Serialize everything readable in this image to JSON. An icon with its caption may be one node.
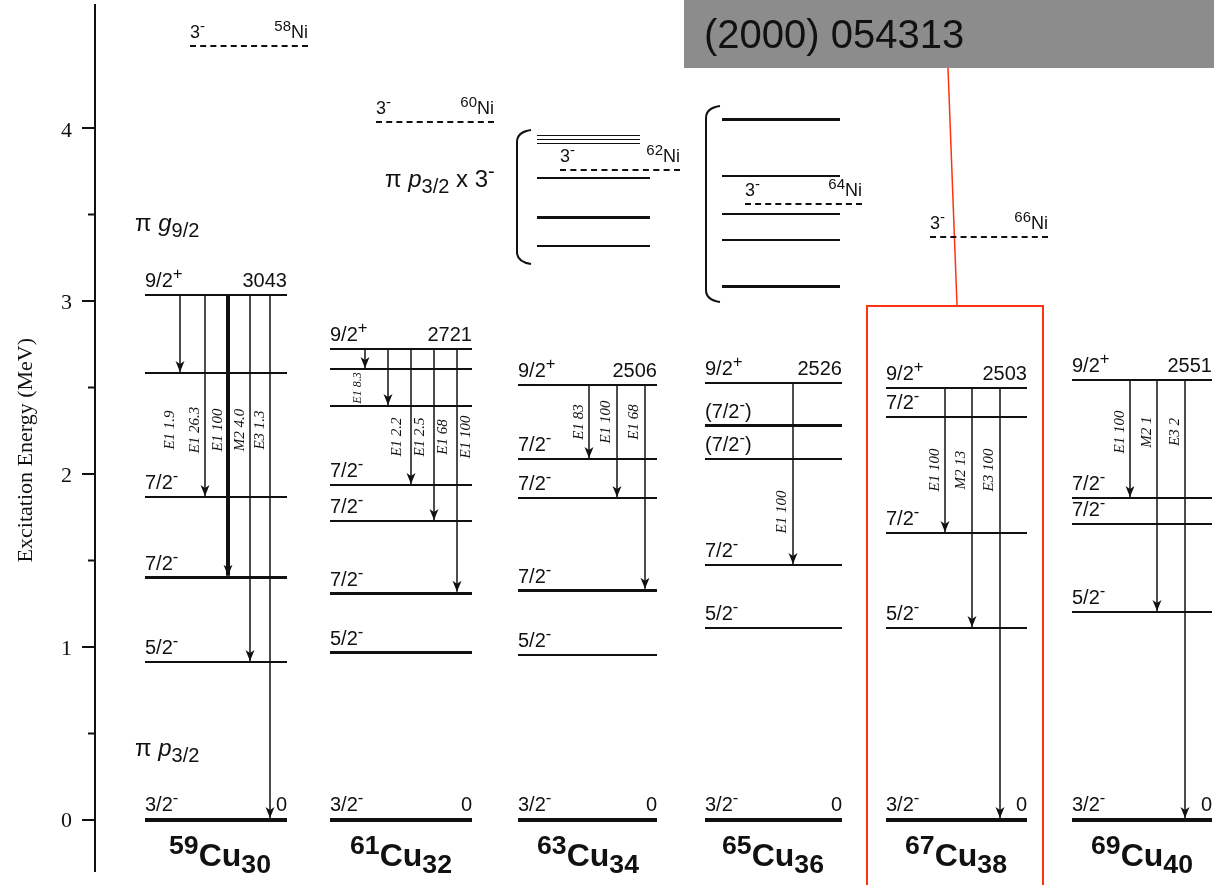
{
  "diagram": {
    "nodes": [
      {
        "text": [
          "(2000) 054313"
        ]
      },
      {
        "text": [
          "3$^{-}$",
          "$^{58}$Ni"
        ]
      },
      {
        "text": [
          "9/2$^{+}$",
          "3043"
        ]
      },
      {
        "text": [],
        "shape": "bar"
      },
      {
        "text": [
          "7/2$^{-}$"
        ]
      },
      {
        "text": [
          "7/2$^{-}$"
        ]
      },
      {
        "text": [
          "5/2$^{-}$"
        ]
      },
      {
        "text": [
          "3/2$^{-}$",
          "0"
        ]
      },
      {
        "text": [
          "3$^{-}$",
          "$^{60}$Ni"
        ]
      },
      {
        "text": [
          "9/2$^{+}$",
          "2721"
        ]
      },
      {
        "text": [],
        "shape": "bar"
      },
      {
        "text": [],
        "shape": "bar"
      },
      {
        "text": [
          "7/2$^{-}$"
        ]
      },
      {
        "text": [
          "7/2$^{-}$"
        ]
      },
      {
        "text": [
          "7/2$^{-}$"
        ]
      },
      {
        "text": [
          "5/2$^{-}$"
        ]
      },
      {
        "text": [
          "3/2$^{-}$",
          "0"
        ]
      },
      {
        "text": [],
        "shape": "bar"
      },
      {
        "text": [],
        "shape": "bar"
      },
      {
        "text": [],
        "shape": "bar"
      },
      {
        "text": [
          "3$^{-}$",
          "$^{62}$Ni"
        ]
      },
      {
        "text": [],
        "shape": "bar"
      },
      {
        "text": [],
        "shape": "bar"
      },
      {
        "text": [],
        "shape": "bar"
      },
      {
        "text": [
          "9/2$^{+}$",
          "2506"
        ]
      },
      {
        "text": [
          "7/2$^{-}$"
        ]
      },
      {
        "text": [
          "7/2$^{-}$"
        ]
      },
      {
        "text": [
          "7/2$^{-}$"
        ]
      },
      {
        "text": [
          "5/2$^{-}$"
        ]
      },
      {
        "text": [
          "3/2$^{-}$",
          "0"
        ]
      },
      {
        "text": [],
        "shape": "bar"
      },
      {
        "text": [],
        "shape": "bar"
      },
      {
        "text": [
          "3$^{-}$",
          "$^{64}$Ni"
        ]
      },
      {
        "text": [],
        "shape": "bar"
      },
      {
        "text": [],
        "shape": "bar"
      },
      {
        "text": [],
        "shape": "bar"
      },
      {
        "text": [
          "9/2$^{+}$",
          "2526"
        ]
      },
      {
        "text": [
          "(7/2$^{-}$)"
        ]
      },
      {
        "text": [
          "(7/2$^{-}$)"
        ]
      },
      {
        "text": [
          "7/2$^{-}$"
        ]
      },
      {
        "text": [
          "5/2$^{-}$"
        ]
      },
      {
        "text": [
          "3/2$^{-}$",
          "0"
        ]
      },
      {
        "text": [
          "3$^{-}$",
          "$^{66}$Ni"
        ]
      },
      {
        "text": [],
        "shape": "box"
      },
      {
        "text": [
          "9/2$^{+}$",
          "2503"
        ],
        "in": 43
      },
      {
        "text": [
          "7/2$^{-}$"
        ],
        "in": 43
      },
      {
        "text": [
          "7/2$^{-}$"
        ],
        "in": 43
      },
      {
        "text": [
          "5/2$^{-}$"
        ],
        "in": 43
      },
      {
        "text": [
          "3/2$^{-}$",
          "0"
        ],
        "in": 43
      },
      {
        "text": [
          "9/2$^{+}$",
          "2551"
        ]
      },
      {
        "text": [
          "7/2$^{-}$"
        ]
      },
      {
        "text": [
          "7/2$^{-}$"
        ]
      },
      {
        "text": [
          "5/2$^{-}$"
        ]
      },
      {
        "text": [
          "3/2$^{-}$",
          "0"
        ]
      }
    ],
    "edges": [
      {
        "from": 0,
        "to": 43,
        "arrow": "none",
        "color": "#ff3311"
      },
      {
        "from": 2,
        "to": 3,
        "arrow": "to",
        "label": "E1 1.9"
      },
      {
        "from": 2,
        "to": 4,
        "arrow": "to",
        "label": "E1 26.3"
      },
      {
        "from": 2,
        "to": 5,
        "arrow": "to",
        "label": "E1 100",
        "style": "thick"
      },
      {
        "from": 2,
        "to": 6,
        "arrow": "to",
        "label": "M2 4.0"
      },
      {
        "from": 2,
        "to": 7,
        "arrow": "to",
        "label": "E3 1.3"
      },
      {
        "from": 9,
        "to": 10,
        "arrow": "to",
        "label": "E1 8.3"
      },
      {
        "from": 9,
        "to": 11,
        "arrow": "to",
        "label": "E1 2.2"
      },
      {
        "from": 9,
        "to": 12,
        "arrow": "to",
        "label": "E1 2.5"
      },
      {
        "from": 9,
        "to": 13,
        "arrow": "to",
        "label": "E1 68"
      },
      {
        "from": 9,
        "to": 14,
        "arrow": "to",
        "label": "E1 100"
      },
      {
        "from": 24,
        "to": 25,
        "arrow": "to",
        "label": "E1 83"
      },
      {
        "from": 24,
        "to": 26,
        "arrow": "to",
        "label": "E1 100"
      },
      {
        "from": 24,
        "to": 27,
        "arrow": "to",
        "label": "E1 68"
      },
      {
        "from": 36,
        "to": 39,
        "arrow": "to",
        "label": "E1 100"
      },
      {
        "from": 44,
        "to": 46,
        "arrow": "to",
        "label": "E1 100"
      },
      {
        "from": 44,
        "to": 47,
        "arrow": "to",
        "label": "M2 13"
      },
      {
        "from": 44,
        "to": 48,
        "arrow": "to",
        "label": "E3 100"
      },
      {
        "from": 49,
        "to": 50,
        "arrow": "to",
        "label": "E1 100"
      },
      {
        "from": 49,
        "to": 52,
        "arrow": "to",
        "label": "M2 1"
      },
      {
        "from": 49,
        "to": 53,
        "arrow": "to",
        "label": "E3 2"
      }
    ],
    "labels": [
      "Excitation Energy (MeV)",
      "4",
      "3",
      "2",
      "1",
      "0",
      "π *g*$_{9/2}$",
      "π *p*$_{3/2}$ x 3$^{-}$",
      "π *p*$_{3/2}$",
      "$^{59}$Cu$_{30}$",
      "$^{61}$Cu$_{32}$",
      "$^{63}$Cu$_{34}$",
      "$^{65}$Cu$_{36}$",
      "$^{67}$Cu$_{38}$",
      "$^{69}$Cu$_{40}$"
    ]
  }
}
